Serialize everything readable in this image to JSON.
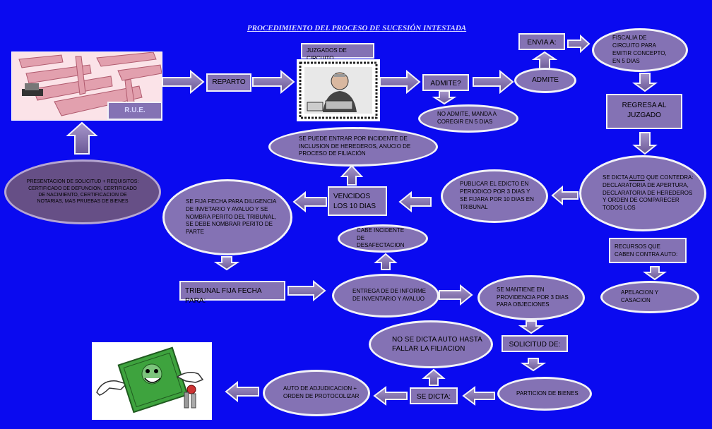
{
  "title": "PROCEDIMIENTO DEL PROCESO DE SUCESIÓN INTESTADA",
  "rue": "R.U.E.",
  "presentacion": "PRESENTACION DE SOLICITUD + REQUISITOS: CERTIFICADO DE DEFUNCION, CERTIFICADO DE NACIMIENTO, CERTIFICACION DE NOTARIAS, MAS PRUEBAS DE BIENES",
  "reparto": "REPARTO",
  "juzgados": "JUZGADOS DE CIRCUITO",
  "admite_q": "ADMITE?",
  "no_admite": "NO ADMITE, MANDA A COREGIR EN 5 DIAS",
  "admite": "ADMITE",
  "envia_a": "ENVIA A:",
  "fiscalia": "FISCALIA DE CIRCUITO PARA EMITIR CONCEPTO, EN 5 DIAS",
  "regresa": "REGRESA AL JUZGADO",
  "auto_1": "SE DICTA ",
  "auto_2": "AUTO",
  "auto_3": " QUE CONTEDRA: DECLARATORIA DE APERTURA, DECLARATORIA DE HEREDEROS Y ORDEN DE COMPARECER TODOS LOS",
  "publicar": "PUBLICAR EL EDICTO EN PERIODICO POR 3 DIAS Y SE FIJARA POR 10 DIAS EN TRIBUNAL",
  "incidente_inclusion": "SE PUEDE ENTRAR POR INCIDENTE DE INCLUSION DE HEREDEROS, ANUCIO DE PROCESO DE FILIACIÓN",
  "vencidos": "VENCIDOS LOS 10 DIAS",
  "fija_fecha": "SE FIJA FECHA PARA DILIGENCIA DE INVETARIO Y AVALUO Y SE NOMBRA PERITO DEL TRIBUNAL,  SE DEBE NOMBRAR PERITO DE PARTE",
  "recursos": "RECURSOS QUE CABEN CONTRA AUTO:",
  "apelacion": "APELACION Y CASACION",
  "desafectacion": "CABE INCIDENTE DE DESAFECTACION",
  "tribunal_fija": "TRIBUNAL FIJA FECHA PARA:",
  "entrega": "ENTREGA DE DE INFORME DE INVENTARIO Y AVALUO",
  "providencia": "SE MANTIENE EN PROVIDENCIA POR 3 DIAS PARA OBJECIONES",
  "no_dicta": "NO SE DICTA AUTO HASTA FALLAR LA FILIACION",
  "solicitud": "SOLICITUD DE:",
  "particion": "PARTICION DE BIENES",
  "se_dicta": "SE DICTA:",
  "adjudicacion": "AUTO DE ADJUDICACION + ORDEN DE PROTOCOLIZAR",
  "colors": {
    "background": "#0a0af0",
    "node": "#8472b4",
    "arrow": "#7e6aa6"
  }
}
